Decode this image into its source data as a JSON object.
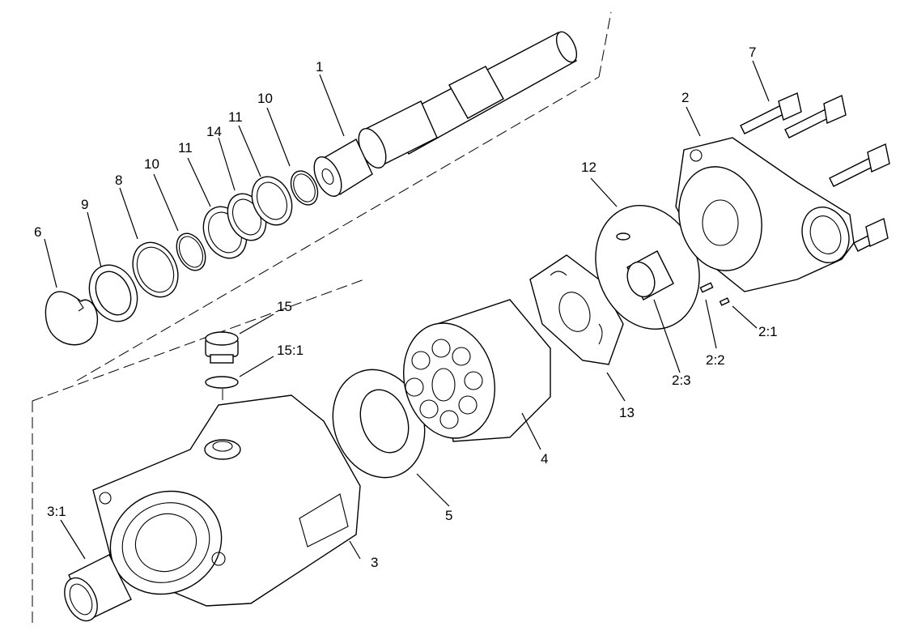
{
  "callouts": {
    "c1": "1",
    "c2": "2",
    "c2_1": "2:1",
    "c2_2": "2:2",
    "c2_3": "2:3",
    "c3": "3",
    "c3_1": "3:1",
    "c4": "4",
    "c5": "5",
    "c6": "6",
    "c7": "7",
    "c8": "8",
    "c9": "9",
    "c10a": "10",
    "c10b": "10",
    "c11a": "11",
    "c11b": "11",
    "c12": "12",
    "c13": "13",
    "c14": "14",
    "c15": "15",
    "c15_1": "15:1"
  },
  "style": {
    "line_color": "#000000",
    "background": "#ffffff"
  }
}
